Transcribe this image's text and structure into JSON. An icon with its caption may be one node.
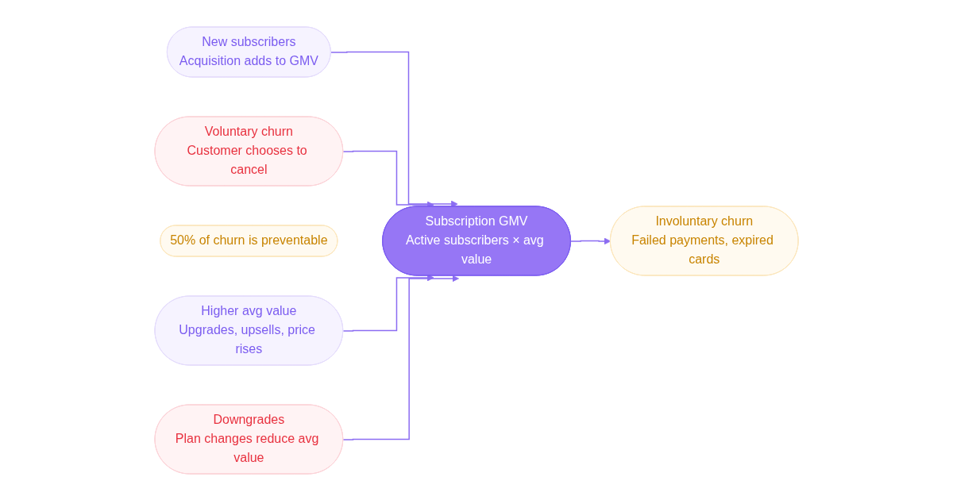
{
  "diagram": {
    "nodes": [
      {
        "text": [
          "Voluntary churn",
          "Customer chooses to cancel"
        ]
      },
      {
        "text": [
          "New subscribers",
          "Acquisition adds to GMV"
        ]
      },
      {
        "text": [
          "Subscription GMV",
          "Active subscribers × avg value"
        ]
      },
      {
        "text": [
          "Involuntary churn",
          "Failed payments, expired cards"
        ]
      },
      {
        "text": [
          "50% of churn is preventable"
        ]
      },
      {
        "text": [
          "Higher avg value",
          "Upgrades, upsells, price rises"
        ]
      },
      {
        "text": [
          "Downgrades",
          "Plan changes reduce avg value"
        ]
      }
    ],
    "edges": [
      {
        "from": 1,
        "to": 2,
        "arrow": "to"
      },
      {
        "from": 0,
        "to": 2,
        "arrow": "to"
      },
      {
        "from": 2,
        "to": 3,
        "arrow": "to"
      },
      {
        "from": 5,
        "to": 2,
        "arrow": "to"
      },
      {
        "from": 6,
        "to": 2,
        "arrow": "to"
      }
    ]
  }
}
